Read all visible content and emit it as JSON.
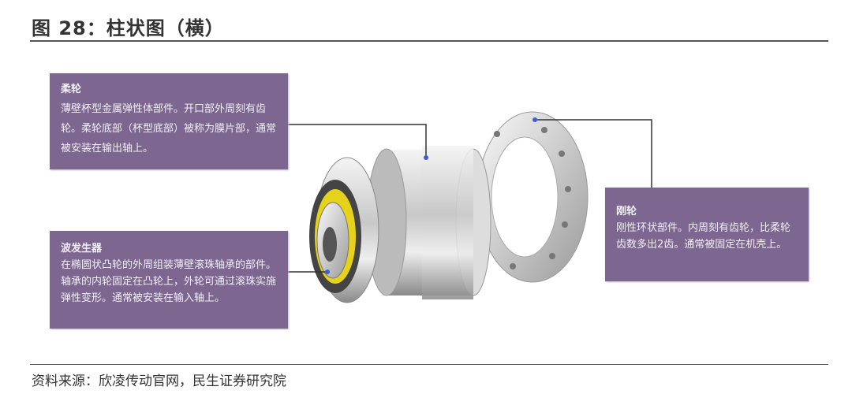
{
  "title": "图 28：柱状图（横）",
  "source": "资料来源：欣凌传动官网，民生证券研究院",
  "colors": {
    "box": "#7d6791",
    "rule": "#555555",
    "bearing_ring": "#e6d21a"
  },
  "callouts": [
    {
      "heading": "柔轮",
      "text": "薄壁杯型金属弹性体部件。开口部外周刻有齿轮。柔轮底部（杯型底部）被称为膜片部，通常被安装在输出轴上。"
    },
    {
      "heading": "波发生器",
      "text": "在椭圆状凸轮的外周组装薄壁滚珠轴承的部件。轴承的内轮固定在凸轮上，外轮可通过滚珠实施弹性变形。通常被安装在输入轴上。"
    },
    {
      "heading": "刚轮",
      "text": "刚性环状部件。内周刻有齿轮，比柔轮齿数多出2齿。通常被固定在机壳上。"
    }
  ]
}
